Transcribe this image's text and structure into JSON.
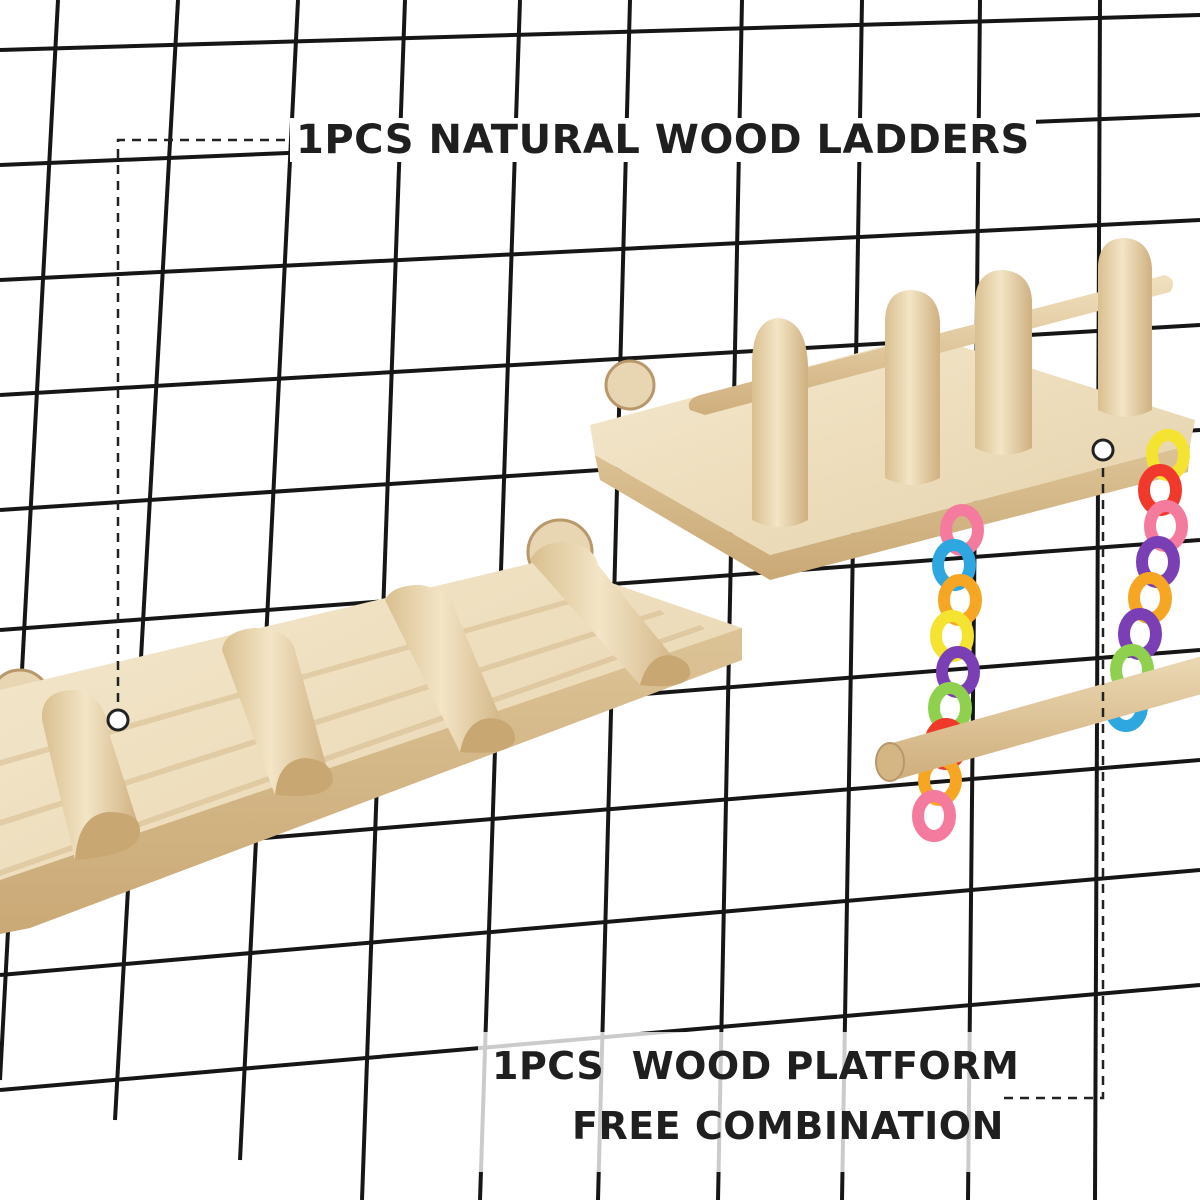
{
  "labels": {
    "ladder_caption": "1PCS NATURAL WOOD LADDERS",
    "platform_caption_line1": "1PCS  WOOD PLATFORM",
    "platform_caption_line2": "FREE COMBINATION"
  },
  "colors": {
    "background": "#ffffff",
    "wire_grid": "#161616",
    "wood_light": "#f1e2c3",
    "wood_mid": "#e3cda2",
    "wood_dark": "#c9ab7a",
    "caption_text": "#1f1f1f",
    "chain_links": [
      "#f47a9e",
      "#f0392b",
      "#f6a623",
      "#f5e332",
      "#8fd14f",
      "#2ea6e0",
      "#7b3fb5"
    ]
  },
  "icons": [
    "callout-dot-icon"
  ]
}
